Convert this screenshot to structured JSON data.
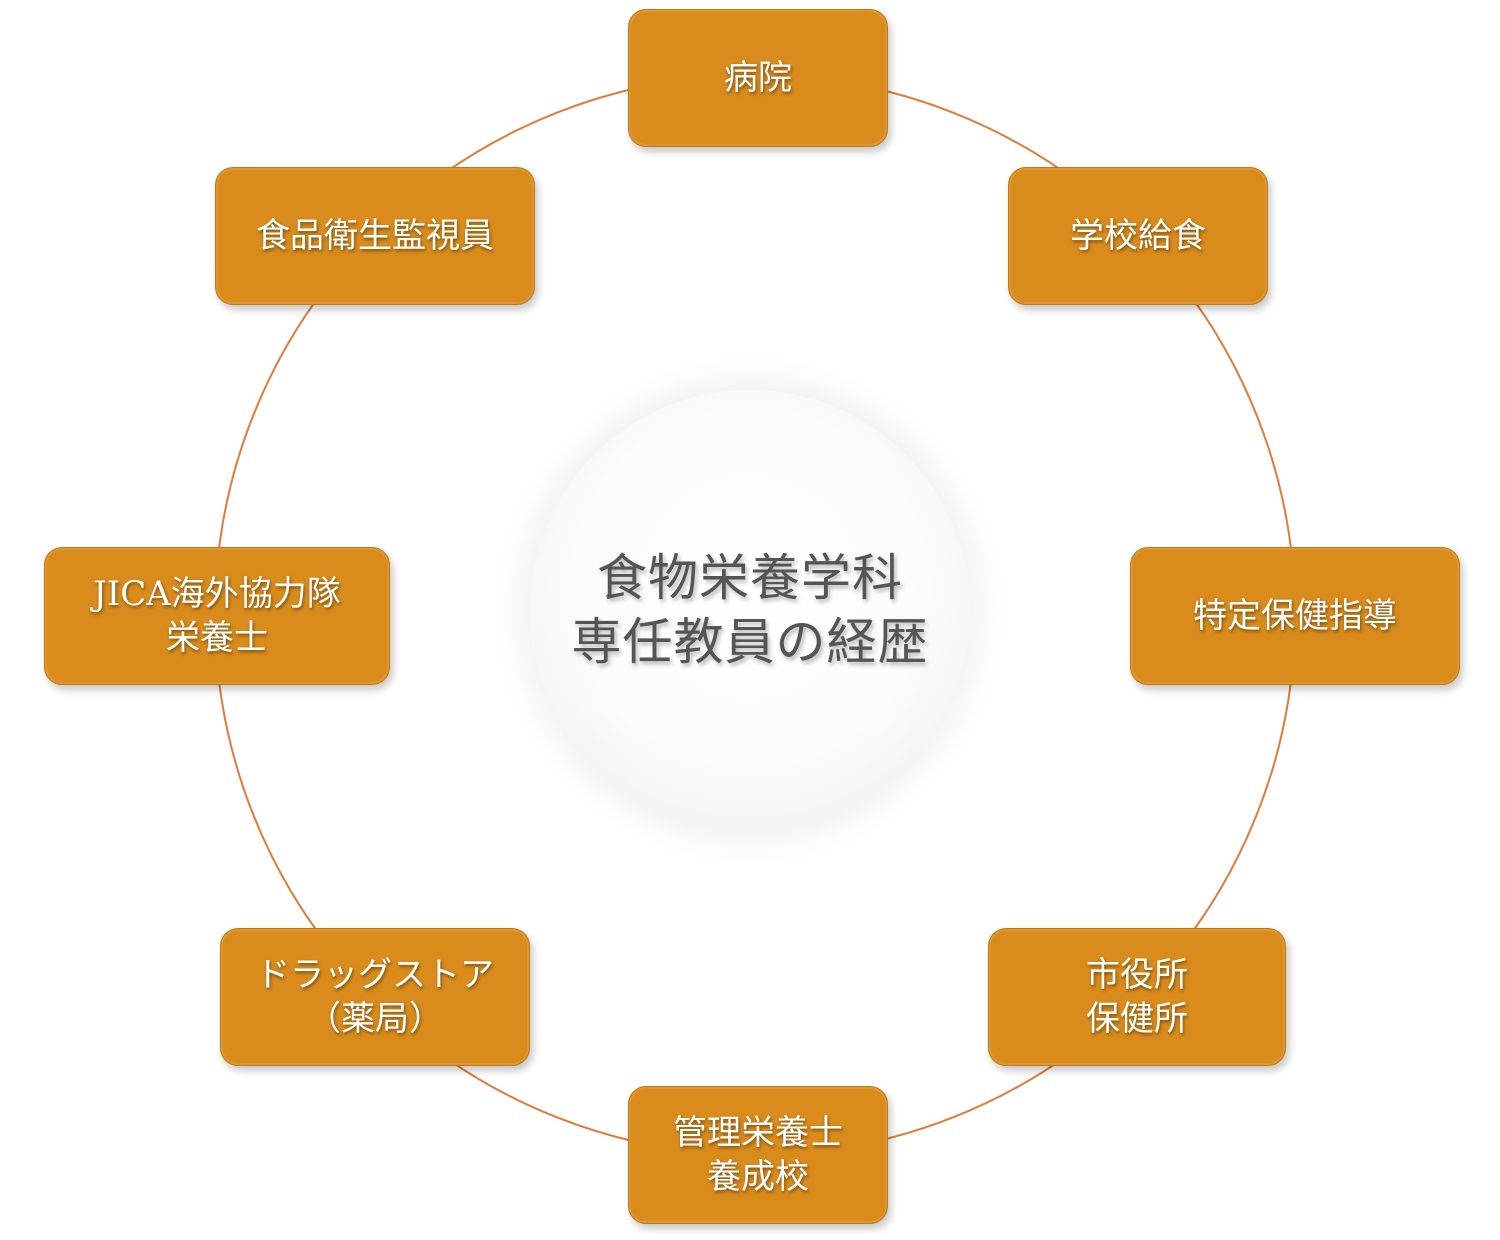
{
  "center": {
    "line1": "食物栄養学科",
    "line2": "専任教員の経歴"
  },
  "nodes": [
    {
      "id": "hospital",
      "lines": [
        "病院"
      ]
    },
    {
      "id": "school-lunch",
      "lines": [
        "学校給食"
      ]
    },
    {
      "id": "health-guidance",
      "lines": [
        "特定保健指導"
      ]
    },
    {
      "id": "city-office",
      "lines": [
        "市役所",
        "保健所"
      ]
    },
    {
      "id": "dietitian-school",
      "lines": [
        "管理栄養士",
        "養成校"
      ]
    },
    {
      "id": "drugstore",
      "lines": [
        "ドラッグストア",
        "（薬局）"
      ]
    },
    {
      "id": "jica",
      "lines": [
        "JICA海外協力隊",
        "栄養士"
      ]
    },
    {
      "id": "food-inspector",
      "lines": [
        "食品衛生監視員"
      ]
    }
  ],
  "colors": {
    "node_fill": "#d98b1c",
    "ring_line": "#e07b39",
    "center_text": "#555555"
  }
}
